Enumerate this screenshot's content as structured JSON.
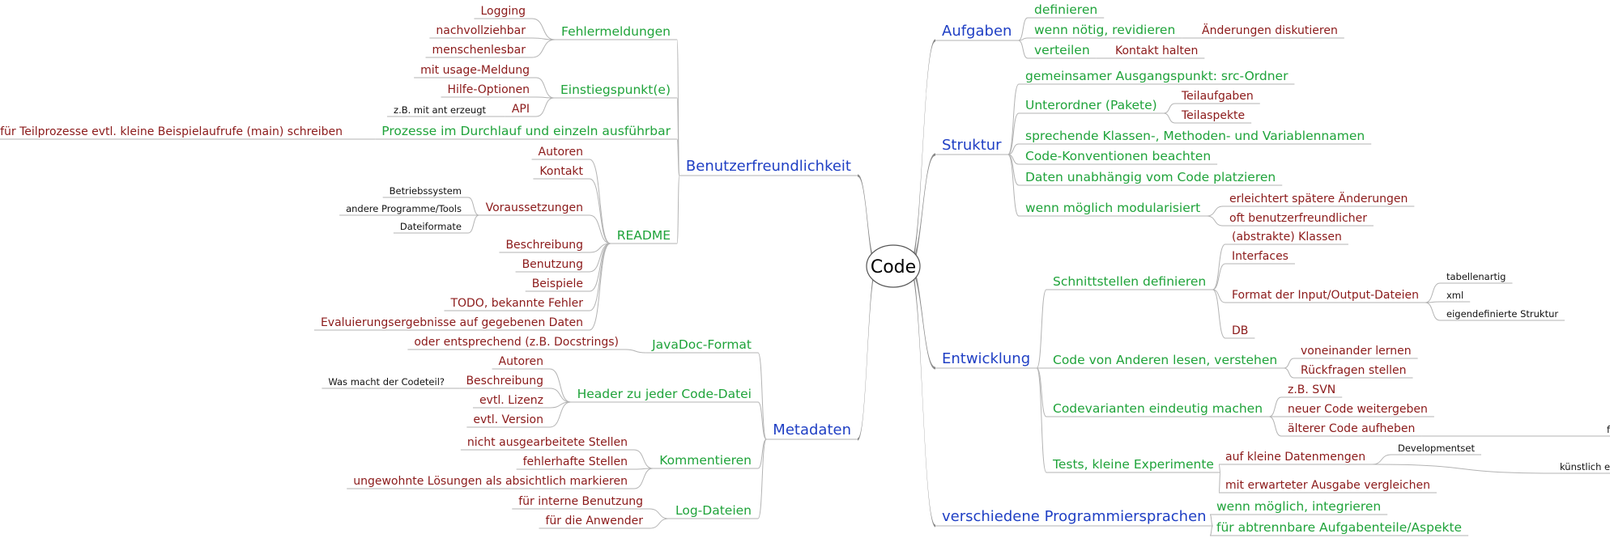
{
  "center": "Code",
  "right": [
    {
      "label": "Aufgaben",
      "children": [
        {
          "label": "definieren"
        },
        {
          "label": "wenn nötig, revidieren",
          "children": [
            {
              "label": "Änderungen diskutieren"
            }
          ]
        },
        {
          "label": "verteilen",
          "children": [
            {
              "label": "Kontakt halten"
            }
          ]
        }
      ]
    },
    {
      "label": "Struktur",
      "children": [
        {
          "label": "gemeinsamer Ausgangspunkt: src-Ordner"
        },
        {
          "label": "Unterordner (Pakete)",
          "children": [
            {
              "label": "Teilaufgaben"
            },
            {
              "label": "Teilaspekte"
            }
          ]
        },
        {
          "label": "sprechende Klassen-, Methoden- und Variablennamen"
        },
        {
          "label": "Code-Konventionen beachten"
        },
        {
          "label": "Daten unabhängig vom Code platzieren"
        },
        {
          "label": "wenn möglich modularisiert",
          "children": [
            {
              "label": "erleichtert spätere Änderungen"
            },
            {
              "label": "oft benutzerfreundlicher"
            }
          ]
        }
      ]
    },
    {
      "label": "Entwicklung",
      "children": [
        {
          "label": "Schnittstellen definieren",
          "children": [
            {
              "label": "(abstrakte) Klassen"
            },
            {
              "label": "Interfaces"
            },
            {
              "label": "Format der Input/Output-Dateien",
              "children": [
                {
                  "label": "tabellenartig"
                },
                {
                  "label": "xml"
                },
                {
                  "label": "eigendefinierte Struktur"
                }
              ]
            },
            {
              "label": "DB"
            }
          ]
        },
        {
          "label": "Code von Anderen lesen, verstehen",
          "children": [
            {
              "label": "voneinander lernen"
            },
            {
              "label": "Rückfragen stellen"
            }
          ]
        },
        {
          "label": "Codevarianten eindeutig machen",
          "children": [
            {
              "label": "z.B. SVN"
            },
            {
              "label": "neuer Code weitergeben"
            },
            {
              "label": "älterer Code aufheben",
              "children": [
                {
                  "label": "falls nötig, neueren Code revidieren"
                }
              ]
            }
          ]
        },
        {
          "label": "Tests, kleine Experimente",
          "children": [
            {
              "label": "auf kleine Datenmengen",
              "children": [
                {
                  "label": "Developmentset"
                },
                {
                  "label": "künstlich erzeugte Beispieldaten"
                }
              ]
            },
            {
              "label": "mit erwarteter Ausgabe vergleichen"
            }
          ]
        }
      ]
    },
    {
      "label": "verschiedene Programmiersprachen",
      "children": [
        {
          "label": "wenn möglich, integrieren"
        },
        {
          "label": "für abtrennbare Aufgabenteile/Aspekte"
        }
      ]
    }
  ],
  "left": [
    {
      "label": "Benutzerfreundlichkeit",
      "children": [
        {
          "label": "Fehlermeldungen",
          "children": [
            {
              "label": "Logging"
            },
            {
              "label": "nachvollziehbar"
            },
            {
              "label": "menschenlesbar"
            }
          ]
        },
        {
          "label": "Einstiegspunkt(e)",
          "children": [
            {
              "label": "mit usage-Meldung"
            },
            {
              "label": "Hilfe-Optionen"
            },
            {
              "label": "API",
              "children": [
                {
                  "label": "z.B. mit ant erzeugt"
                }
              ]
            }
          ]
        },
        {
          "label": "Prozesse im Durchlauf und einzeln ausführbar",
          "children": [
            {
              "label": "für Teilprozesse evtl. kleine Beispielaufrufe (main) schreiben"
            }
          ]
        },
        {
          "label": "README",
          "children": [
            {
              "label": "Autoren"
            },
            {
              "label": "Kontakt"
            },
            {
              "label": "Voraussetzungen",
              "children": [
                {
                  "label": "Betriebssystem"
                },
                {
                  "label": "andere Programme/Tools"
                },
                {
                  "label": "Dateiformate"
                }
              ]
            },
            {
              "label": "Beschreibung"
            },
            {
              "label": "Benutzung"
            },
            {
              "label": "Beispiele"
            },
            {
              "label": "TODO, bekannte Fehler"
            },
            {
              "label": "Evaluierungsergebnisse auf gegebenen Daten"
            }
          ]
        }
      ]
    },
    {
      "label": "Metadaten",
      "children": [
        {
          "label": "JavaDoc-Format",
          "children": [
            {
              "label": "oder entsprechend (z.B. Docstrings)"
            }
          ]
        },
        {
          "label": "Header zu jeder Code-Datei",
          "children": [
            {
              "label": "Autoren"
            },
            {
              "label": "Beschreibung",
              "children": [
                {
                  "label": "Was macht der Codeteil?"
                }
              ]
            },
            {
              "label": "evtl. Lizenz"
            },
            {
              "label": "evtl. Version"
            }
          ]
        },
        {
          "label": "Kommentieren",
          "children": [
            {
              "label": "nicht ausgearbeitete Stellen"
            },
            {
              "label": "fehlerhafte Stellen"
            },
            {
              "label": "ungewohnte Lösungen als absichtlich markieren"
            }
          ]
        },
        {
          "label": "Log-Dateien",
          "children": [
            {
              "label": "für interne Benutzung"
            },
            {
              "label": "für die Anwender"
            }
          ]
        }
      ]
    }
  ]
}
